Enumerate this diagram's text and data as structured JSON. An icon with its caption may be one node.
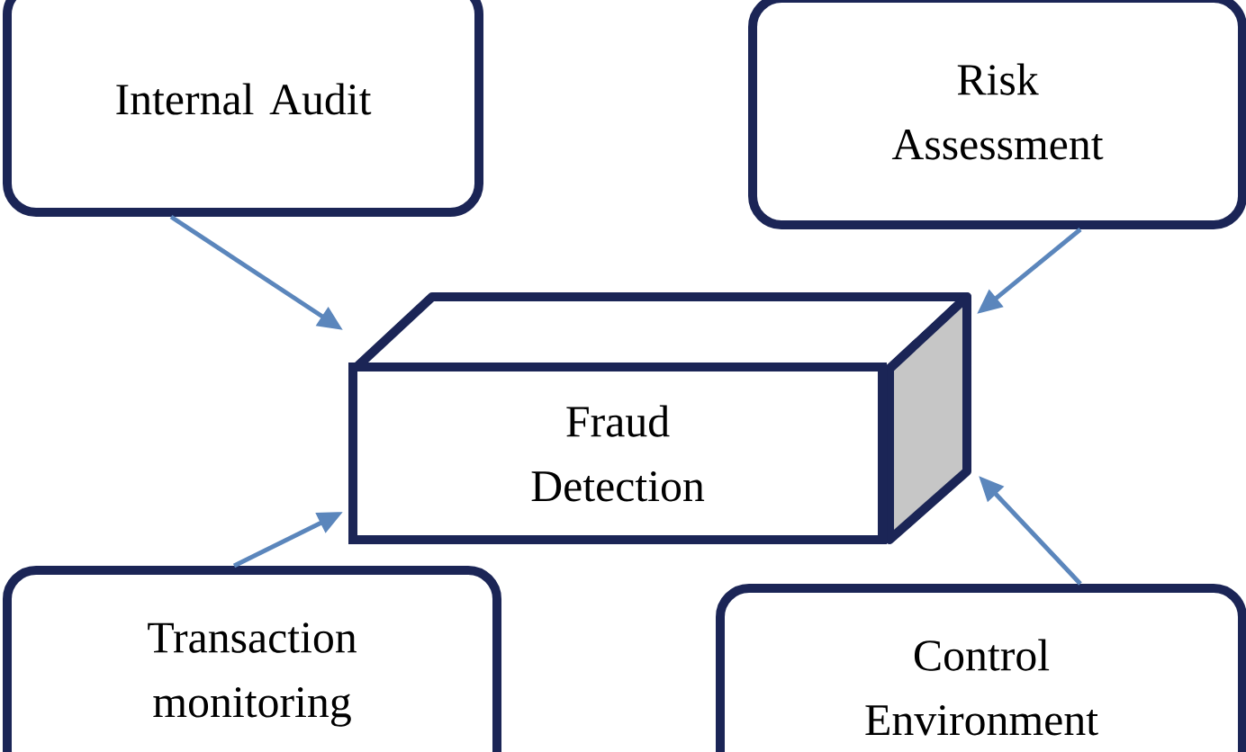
{
  "diagram": {
    "nodes": [
      {
        "text": [
          "Internal Audit"
        ]
      },
      {
        "text": [
          "Risk Assessment"
        ]
      },
      {
        "text": [
          "Fraud Detection"
        ]
      },
      {
        "text": [
          "Transaction monitoring"
        ]
      },
      {
        "text": [
          "Control Environment"
        ]
      }
    ],
    "edges": [
      {
        "from": 0,
        "to": 2,
        "arrow": "to"
      },
      {
        "from": 1,
        "to": 2,
        "arrow": "to"
      },
      {
        "from": 3,
        "to": 2,
        "arrow": "to"
      },
      {
        "from": 4,
        "to": 2,
        "arrow": "to"
      }
    ]
  }
}
